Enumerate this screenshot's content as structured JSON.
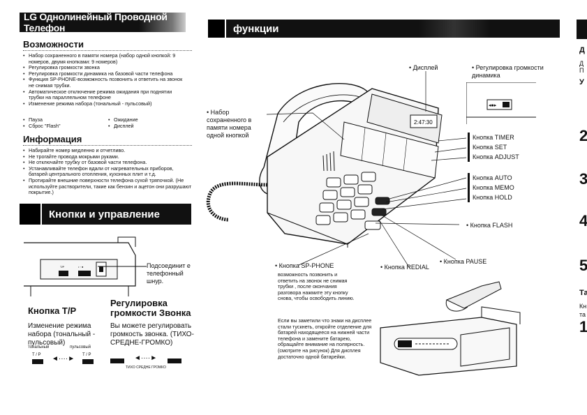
{
  "left": {
    "title_bar": "LG Однолинейный Проводной Телефон",
    "features_heading": "Возможности",
    "features": [
      "Набор сохраненного в памяти номера (набор одной кнопкой: 9 номеров, двумя кнопками: 9 номеров)",
      "Регулировка громкости звонка",
      "Регулировка громкости динамика на базовой части телефона",
      "Функция SP-PHONE-возможность позвонить и ответить на звонок не снимая трубки.",
      "Автоматическое отключение режима ожидания при поднятии трубки на параллельном телефоне",
      "Изменение режима набора (тональный - пульсовый)"
    ],
    "features_col1": [
      "Пауза",
      "Сброс \"Flash\""
    ],
    "features_col2": [
      "Ожидание",
      "Дисплей"
    ],
    "info_heading": "Информация",
    "info": [
      "Набирайте номер медленно и отчетливо.",
      "Не трогайте провода мокрыми руками.",
      "Не отключайте трубку от базовой части телефона.",
      "Устанавливайте телефон вдали от нагревательных приборов, батарей центрального отопления, кухонных плит и т.д.",
      "Протирайте внешние поверхности телефона сухой тряпочкой. (Не используйте растворители, такие как бензин и ацетон они разрушают покрытие.)"
    ],
    "controls_bar": "Кнопки и управление",
    "connect_label": "Подсоединит е телефонный шнур.",
    "tp_heading": "Кнопка T/P",
    "tp_text": "Изменение режима набора (тональный - пульсовый)",
    "tp_tone": "тональный",
    "tp_pulse": "пульсовый",
    "tp_switch_label": "T / P",
    "ring_heading": "Регулировка громкости Звонка",
    "ring_text": "Вы можете регулировать громкость звонка. (ТИХО-СРЕДНЕ-ГРОМКО)",
    "ring_scale": "ТИХО СРЕДНЕ ГРОМКО"
  },
  "middle": {
    "title_bar": "функции",
    "callouts": {
      "display": "Дисплей",
      "speaker_volume": "Регулировка громкости динамика",
      "memory_key": "Набор сохраненного в памяти номера одной кнопкой",
      "timer": "Кнопка TIMER",
      "set": "Кнопка SET",
      "adjust": "Кнопка ADJUST",
      "auto": "Кнопка AUTO",
      "memo": "Кнопка MEMO",
      "hold": "Кнопка HOLD",
      "flash": "Кнопка FLASH",
      "pause": "Кнопка PAUSE",
      "redial": "Кнопка REDIAL",
      "sp_phone": "Кнопка SP-PHONE"
    },
    "sp_phone_text": "возможность позвонить и ответить на звонок не снимая трубки , после окончания разговора нажмите эту кнопку снова, чтобы освободить линию.",
    "battery_text": "Если вы заметили что знаки на дисплее стали тускнеть, откройте отделение для батарей находящееся на нижней части телефона и замените батарею, обращайте внимание на полярность. (смотрите на рисунок) Для дисплея достаточно одной батарейки.",
    "display_readout": "2:47:30"
  },
  "right_strip": {
    "letters": [
      "Д",
      "Д",
      "П",
      "У",
      "Та",
      "Кн",
      "та"
    ],
    "numbers": [
      "2",
      "3",
      "4",
      "5",
      "1"
    ]
  }
}
